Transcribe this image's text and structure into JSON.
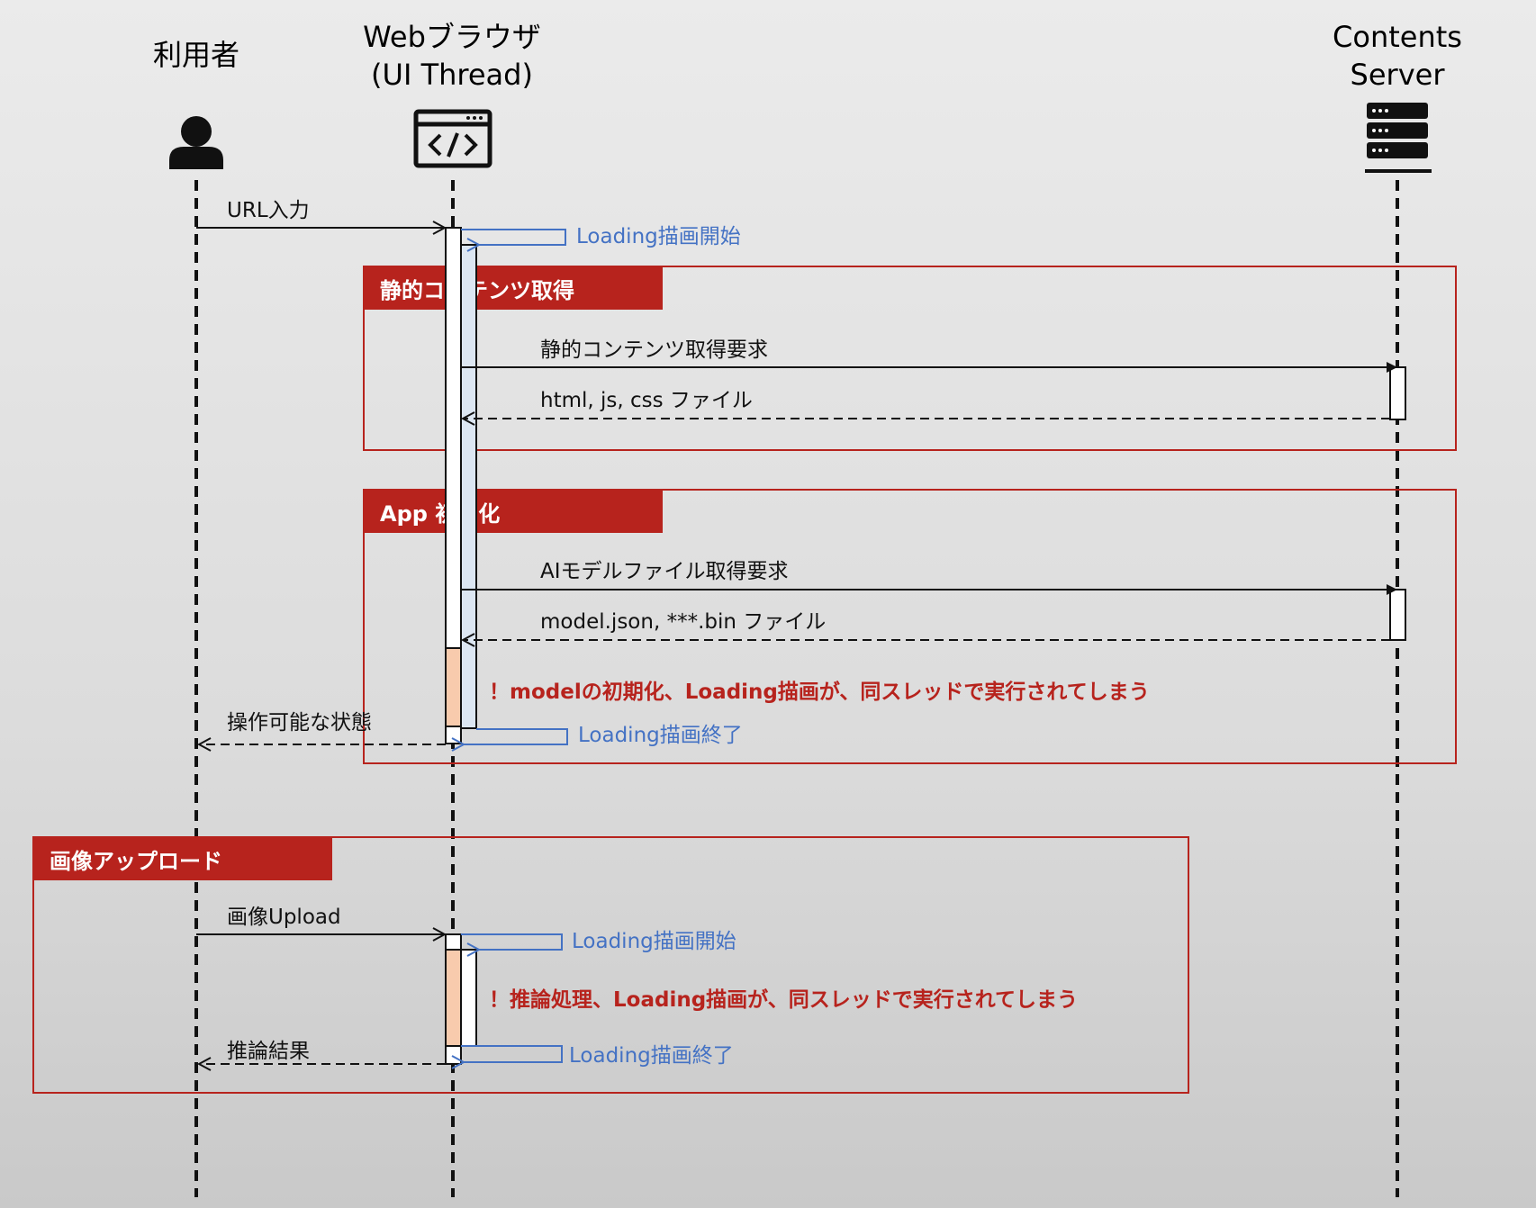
{
  "participants": {
    "user": {
      "label": "利用者"
    },
    "browser": {
      "label_line1": "Webブラウザ",
      "label_line2": "(UI Thread)"
    },
    "server": {
      "label_line1": "Contents",
      "label_line2": "Server"
    }
  },
  "messages": {
    "url_input": "URL入力",
    "loading_start_1": "Loading描画開始",
    "static_request": "静的コンテンツ取得要求",
    "static_response": "html, js, css ファイル",
    "ai_request": "AIモデルファイル取得要求",
    "ai_response": "model.json,  ***.bin ファイル",
    "warning_1": "！modelの初期化、Loading描画が、同スレッドで実行されてしまう",
    "operable": "操作可能な状態",
    "loading_end_1": "Loading描画終了",
    "image_upload": "画像Upload",
    "loading_start_2": "Loading描画開始",
    "warning_2": "！推論処理、Loading描画が、同スレッドで実行されてしまう",
    "inference_result": "推論結果",
    "loading_end_2": "Loading描画終了"
  },
  "frames": {
    "static": "静的コンテンツ取得",
    "app_init": "App 初期化",
    "image_upload": "画像アップロード"
  },
  "colors": {
    "frame_red": "#b7231d",
    "self_call_blue": "#4472c4",
    "activation_blue": "#dce6f2",
    "activation_orange": "#f8cbad"
  }
}
